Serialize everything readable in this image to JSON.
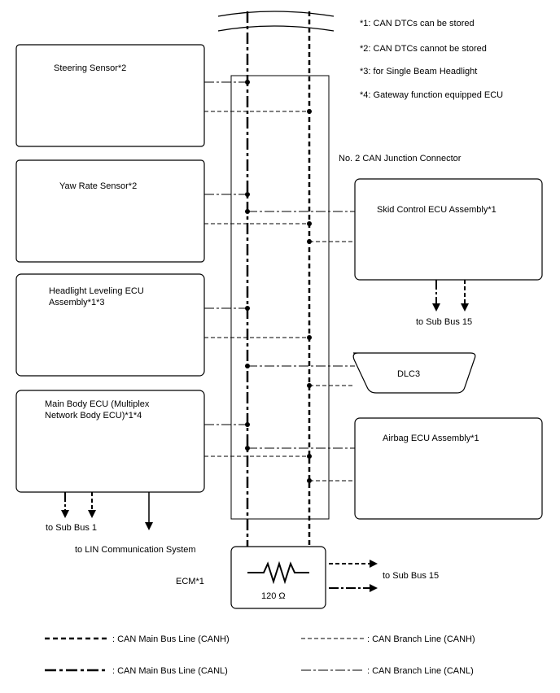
{
  "notes": [
    "*1: CAN DTCs can be stored",
    "*2: CAN DTCs cannot be stored",
    "*3: for Single Beam Headlight",
    "*4: Gateway function equipped ECU"
  ],
  "junction_label": "No. 2 CAN Junction Connector",
  "ecus": {
    "steering": [
      "Steering Sensor*2"
    ],
    "yaw": [
      "Yaw Rate Sensor*2"
    ],
    "headlight": [
      "Headlight Leveling ECU",
      "Assembly*1*3"
    ],
    "main_body": [
      "Main Body ECU (Multiplex",
      "Network Body ECU)*1*4"
    ],
    "skid": [
      "Skid Control ECU Assembly*1"
    ],
    "dlc3": [
      "DLC3"
    ],
    "airbag": [
      "Airbag ECU Assembly*1"
    ],
    "ecm": [
      "ECM*1"
    ]
  },
  "resistor_label": "120 Ω",
  "destinations": {
    "skid_sub_bus": "to Sub Bus 15",
    "main_sub_bus": "to Sub Bus 1",
    "lin": "to LIN Communication System",
    "ecm_sub_bus": "to Sub Bus 15"
  },
  "legend": {
    "can_main_canh": ": CAN Main Bus Line (CANH)",
    "can_branch_canh": ": CAN Branch Line (CANH)",
    "can_main_canl": ": CAN Main Bus Line (CANL)",
    "can_branch_canl": ": CAN Branch Line (CANL)"
  }
}
